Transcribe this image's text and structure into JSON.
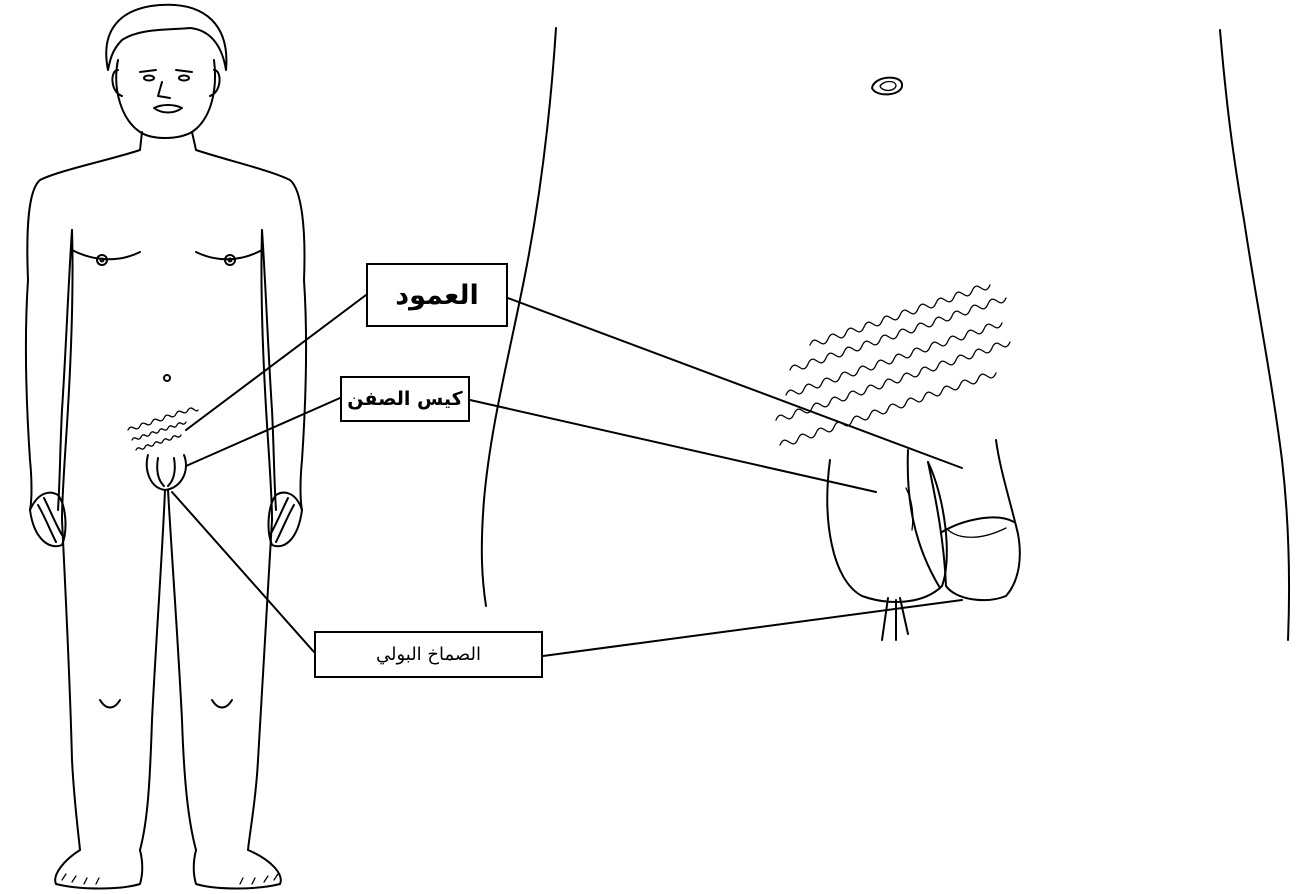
{
  "labels": {
    "shaft": "العمود",
    "scrotum": "كيس الصفن",
    "urethral_meatus": "الصماخ البولي"
  }
}
